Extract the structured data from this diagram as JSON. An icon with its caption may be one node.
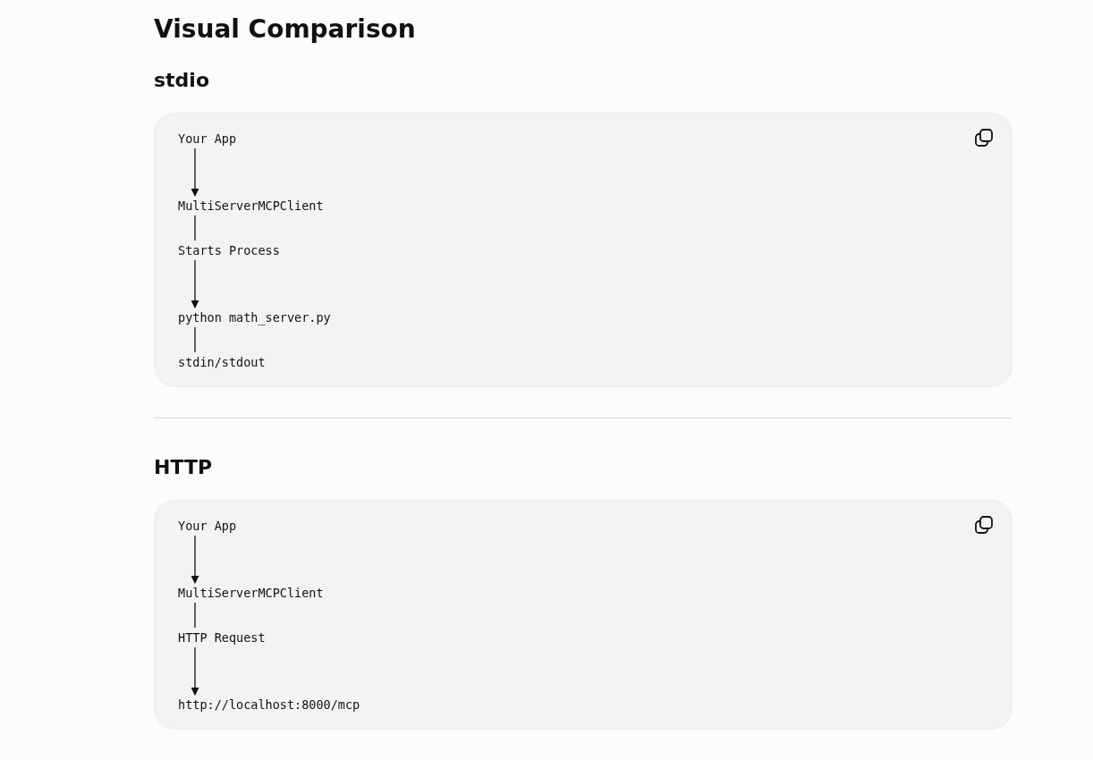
{
  "diagram": {
    "title": "Visual Comparison",
    "nodes": [
      {
        "text": [
          "stdio"
        ]
      },
      {
        "text": [
          "Your App"
        ],
        "in": 0
      },
      {
        "text": [
          "MultiServerMCPClient"
        ],
        "in": 0
      },
      {
        "text": [
          "Starts Process"
        ],
        "in": 0
      },
      {
        "text": [
          "python math_server.py"
        ],
        "in": 0
      },
      {
        "text": [
          "stdin/stdout"
        ],
        "in": 0
      },
      {
        "text": [
          "HTTP"
        ]
      },
      {
        "text": [
          "Your App"
        ],
        "in": 6
      },
      {
        "text": [
          "MultiServerMCPClient"
        ],
        "in": 6
      },
      {
        "text": [
          "HTTP Request"
        ],
        "in": 6
      },
      {
        "text": [
          "http://localhost:8000/mcp"
        ],
        "in": 6
      }
    ],
    "edges": [
      {
        "from": 1,
        "to": 2,
        "arrow": "to"
      },
      {
        "from": 2,
        "to": 3,
        "arrow": "none"
      },
      {
        "from": 3,
        "to": 4,
        "arrow": "to"
      },
      {
        "from": 4,
        "to": 5,
        "arrow": "none"
      },
      {
        "from": 7,
        "to": 8,
        "arrow": "to"
      },
      {
        "from": 8,
        "to": 9,
        "arrow": "none"
      },
      {
        "from": 9,
        "to": 10,
        "arrow": "to"
      }
    ]
  }
}
